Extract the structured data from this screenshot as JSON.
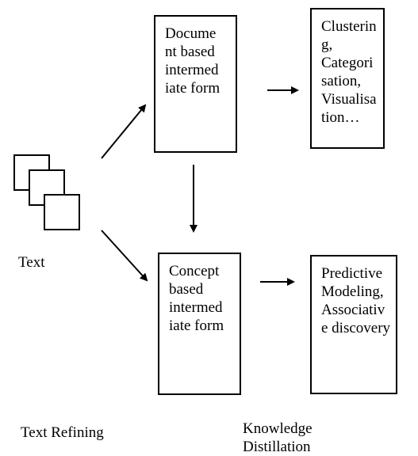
{
  "boxes": {
    "doc_form": "Docume\nnt based\nintermed\niate form",
    "clustering": "Clusterin\ng,\nCategori\nsation,\nVisualisa\ntion…",
    "concept_form": "Concept\nbased\nintermed\niate form",
    "predictive": "Predictive\nModeling,\nAssociativ\ne discovery"
  },
  "labels": {
    "text": "Text",
    "text_refining": "Text Refining",
    "knowledge_distillation": "Knowledge\nDistillation"
  }
}
